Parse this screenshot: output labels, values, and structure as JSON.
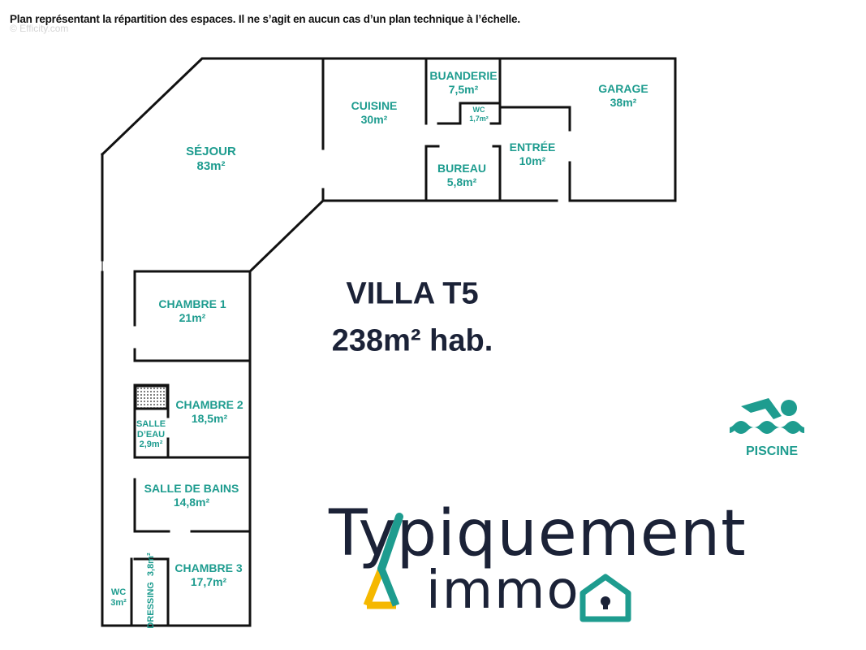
{
  "disclaimer": "Plan représentant la répartition des espaces. Il ne s’agit en aucun cas d’un plan technique à l’échelle.",
  "watermark": "© Efficity.com",
  "title": "VILLA T5",
  "subtitle": "238m² hab.",
  "pool": {
    "label": "PISCINE",
    "icon": "swimmer-icon"
  },
  "brand": {
    "line1": "Typiquement",
    "line2": "immo",
    "logo": "house-icon",
    "color_dark": "#1b2237",
    "color_teal": "#1e9c8f",
    "color_yellow": "#f5b800"
  },
  "colors": {
    "room_text": "#1e9c8f",
    "wall": "#111111"
  },
  "rooms": {
    "sejour": {
      "name": "SÉJOUR",
      "area": "83m²"
    },
    "cuisine": {
      "name": "CUISINE",
      "area": "30m²"
    },
    "buanderie": {
      "name": "BUANDERIE",
      "area": "7,5m²"
    },
    "wc_small": {
      "name": "WC",
      "area": "1,7m²"
    },
    "garage": {
      "name": "GARAGE",
      "area": "38m²"
    },
    "entree": {
      "name": "ENTRÉE",
      "area": "10m²"
    },
    "bureau": {
      "name": "BUREAU",
      "area": "5,8m²"
    },
    "chambre1": {
      "name": "CHAMBRE 1",
      "area": "21m²"
    },
    "chambre2": {
      "name": "CHAMBRE 2",
      "area": "18,5m²"
    },
    "salle_eau": {
      "name1": "SALLE",
      "name2": "D’EAU",
      "area": "2,9m²"
    },
    "salle_bains": {
      "name": "SALLE DE BAINS",
      "area": "14,8m²"
    },
    "chambre3": {
      "name": "CHAMBRE 3",
      "area": "17,7m²"
    },
    "wc_bottom": {
      "name": "WC",
      "area": "3m²"
    },
    "dressing": {
      "name": "DRESSING",
      "area": "3,8m²"
    }
  }
}
